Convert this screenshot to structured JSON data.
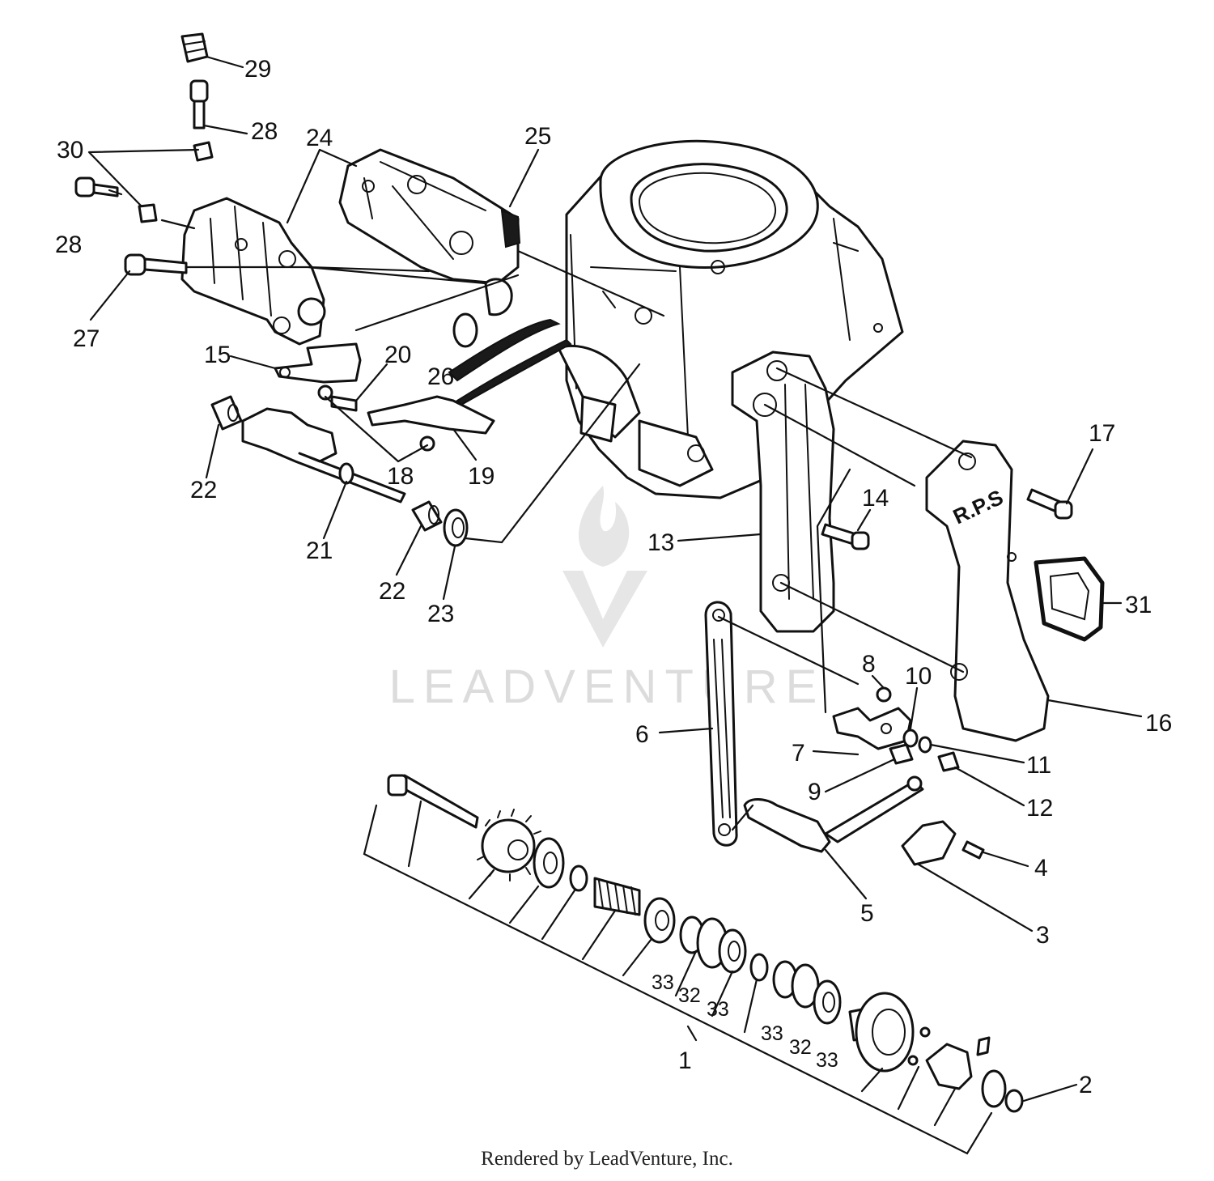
{
  "callouts": {
    "c1": "1",
    "c2": "2",
    "c3": "3",
    "c4": "4",
    "c5": "5",
    "c6": "6",
    "c7": "7",
    "c8": "8",
    "c9": "9",
    "c10": "10",
    "c11": "11",
    "c12": "12",
    "c13": "13",
    "c14": "14",
    "c15": "15",
    "c16": "16",
    "c17": "17",
    "c18": "18",
    "c19": "19",
    "c20": "20",
    "c21": "21",
    "c22a": "22",
    "c22b": "22",
    "c23": "23",
    "c24": "24",
    "c25": "25",
    "c26": "26",
    "c27": "27",
    "c28a": "28",
    "c28b": "28",
    "c29": "29",
    "c30": "30",
    "c31": "31",
    "c32a": "32",
    "c32b": "32",
    "c33a": "33",
    "c33b": "33",
    "c33c": "33",
    "c33d": "33"
  },
  "part_embossing": "R.P.S",
  "watermark": {
    "text": "LEADVENTURE"
  },
  "footer": "Rendered by LeadVenture, Inc."
}
